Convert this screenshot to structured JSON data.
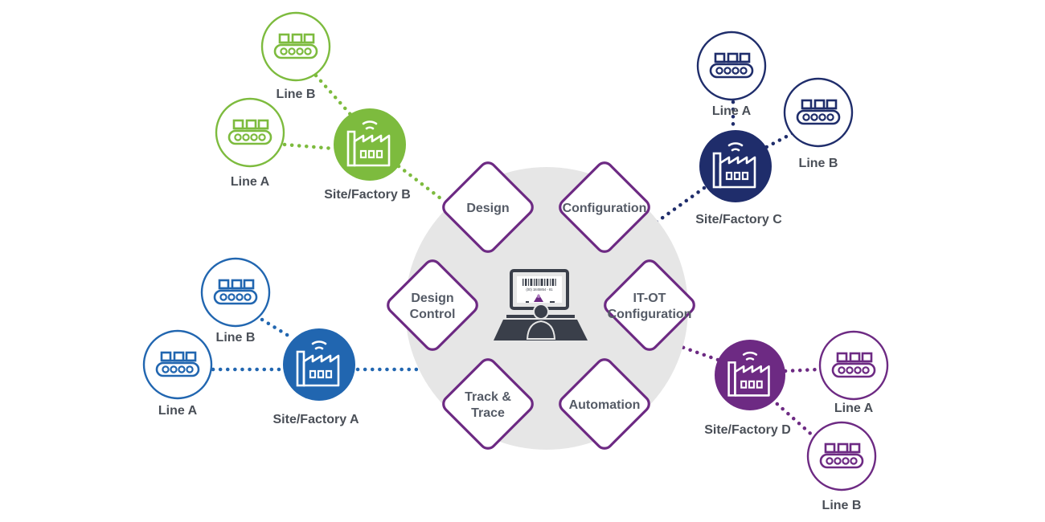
{
  "colors": {
    "green": "#7dbb3e",
    "navy": "#1f2d6b",
    "blue": "#2166b0",
    "purple": "#6d2a83",
    "diamond_border": "#6d2a83",
    "hub_bg": "#e6e6e6",
    "text": "#555b66"
  },
  "hub": {
    "icon": "operator-workstation-icon",
    "screen_code": "(00) 1845854 - 81",
    "functions": [
      {
        "lines": [
          "Design"
        ]
      },
      {
        "lines": [
          "Configuration"
        ]
      },
      {
        "lines": [
          "Design",
          "Control"
        ]
      },
      {
        "lines": [
          "IT-OT",
          "Configuration"
        ]
      },
      {
        "lines": [
          "Track &",
          "Trace"
        ]
      },
      {
        "lines": [
          "Automation"
        ]
      }
    ]
  },
  "sites": [
    {
      "label": "Site/Factory A",
      "color": "blue",
      "icon": "factory-icon",
      "lines": [
        {
          "label": "Line A",
          "icon": "conveyor-icon"
        },
        {
          "label": "Line B",
          "icon": "conveyor-icon"
        }
      ]
    },
    {
      "label": "Site/Factory B",
      "color": "green",
      "icon": "factory-icon",
      "lines": [
        {
          "label": "Line A",
          "icon": "conveyor-icon"
        },
        {
          "label": "Line B",
          "icon": "conveyor-icon"
        }
      ]
    },
    {
      "label": "Site/Factory C",
      "color": "navy",
      "icon": "factory-icon",
      "lines": [
        {
          "label": "Line A",
          "icon": "conveyor-icon"
        },
        {
          "label": "Line B",
          "icon": "conveyor-icon"
        }
      ]
    },
    {
      "label": "Site/Factory D",
      "color": "purple",
      "icon": "factory-icon",
      "lines": [
        {
          "label": "Line A",
          "icon": "conveyor-icon"
        },
        {
          "label": "Line B",
          "icon": "conveyor-icon"
        }
      ]
    }
  ]
}
